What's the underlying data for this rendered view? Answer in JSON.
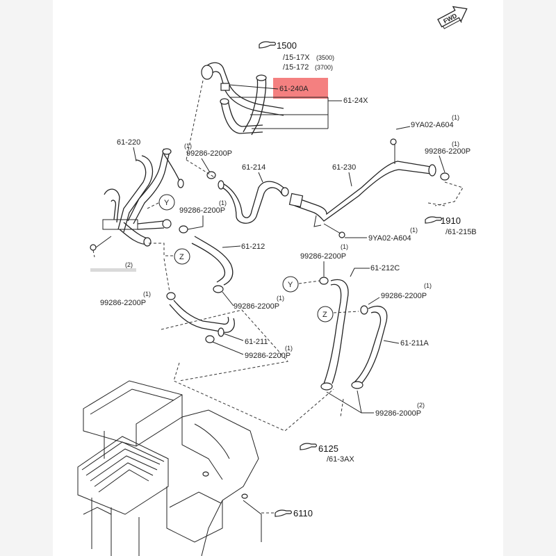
{
  "colors": {
    "highlight": "#f26a6a",
    "line": "#222222",
    "background": "#ffffff",
    "frame": "#f4f4f4"
  },
  "icons": {
    "fwd": "fwd-arrow-icon",
    "ref": "pointing-hand-icon"
  },
  "fwd_label": "FWD",
  "references": {
    "r1500": {
      "num": "1500",
      "sub1": "/15-17X",
      "sub1_note": "(3500)",
      "sub2": "/15-172",
      "sub2_note": "(3700)"
    },
    "r1910": {
      "num": "1910",
      "sub": "/61-215B"
    },
    "r6125": {
      "num": "6125",
      "sub": "/61-3AX"
    },
    "r6110": {
      "num": "6110"
    }
  },
  "parts": {
    "p61_240a": "61-240A",
    "p61_24x": "61-24X",
    "p61_220": "61-220",
    "p61_214": "61-214",
    "p61_230": "61-230",
    "p61_212": "61-212",
    "p61_212c": "61-212C",
    "p61_211": "61-211",
    "p61_211a": "61-211A"
  },
  "clamps": {
    "c1": {
      "code": "99286-2200P",
      "qty": "(1)"
    },
    "c2": {
      "code": "99286-2200P",
      "qty": "(1)"
    },
    "c3": {
      "code": "99286-2200P",
      "qty": "(1)"
    },
    "c4": {
      "code": "99286-2200P",
      "qty": "(1)"
    },
    "c5": {
      "code": "99286-2200P",
      "qty": "(1)"
    },
    "c6": {
      "code": "99286-2200P",
      "qty": "(1)"
    },
    "c7": {
      "code": "99286-2200P",
      "qty": "(1)"
    },
    "c8": {
      "code": "99286-2200P",
      "qty": "(1)"
    },
    "c9": {
      "code": "99286-2000P",
      "qty": "(2)"
    }
  },
  "bolts": {
    "b1": {
      "code": "9YA02-A604",
      "qty": "(1)"
    },
    "b2": {
      "code": "9YA02-A604",
      "qty": "(1)"
    },
    "b3": {
      "qty": "(2)"
    }
  },
  "connectors": {
    "y": "Y",
    "z": "Z"
  }
}
